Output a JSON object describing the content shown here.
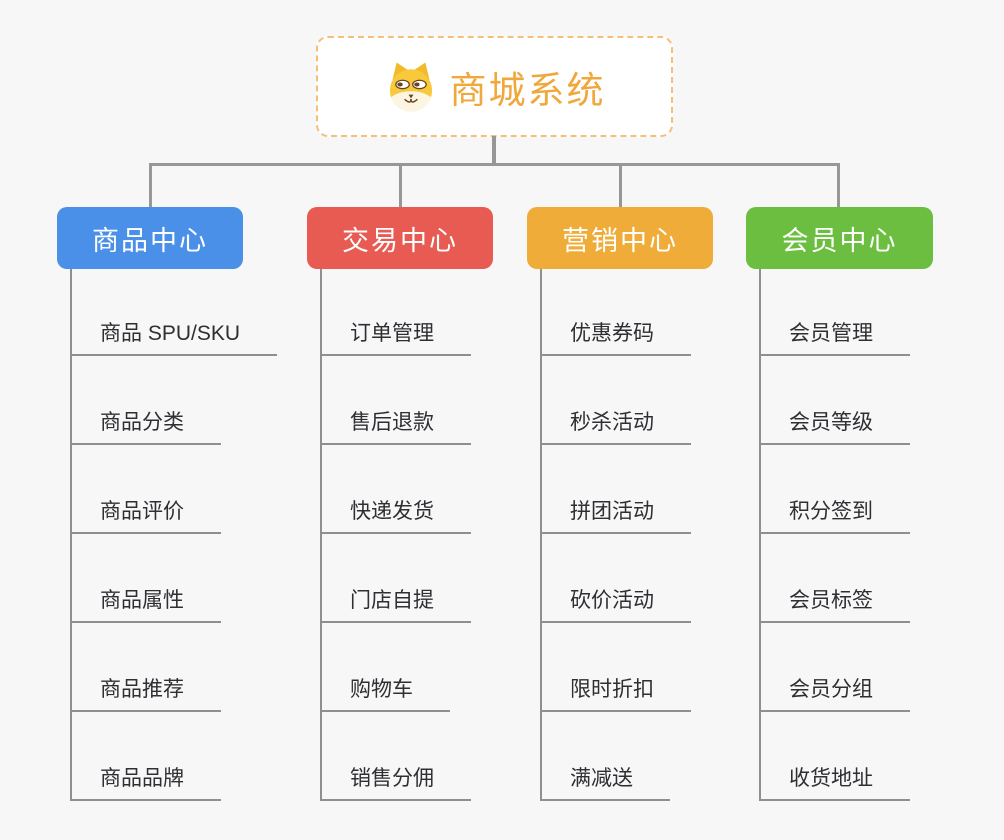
{
  "background_color": "#f7f7f7",
  "connector_color": "#979797",
  "root": {
    "title": "商城系统",
    "title_color": "#f0a83c",
    "border_color": "#f4c079",
    "icon": "dog-face-icon"
  },
  "branches": [
    {
      "label": "商品中心",
      "color": "#4a90e8",
      "items": [
        "商品 SPU/SKU",
        "商品分类",
        "商品评价",
        "商品属性",
        "商品推荐",
        "商品品牌"
      ]
    },
    {
      "label": "交易中心",
      "color": "#e75b53",
      "items": [
        "订单管理",
        "售后退款",
        "快递发货",
        "门店自提",
        "购物车",
        "销售分佣"
      ]
    },
    {
      "label": "营销中心",
      "color": "#efac38",
      "items": [
        "优惠券码",
        "秒杀活动",
        "拼团活动",
        "砍价活动",
        "限时折扣",
        "满减送"
      ]
    },
    {
      "label": "会员中心",
      "color": "#6cbe40",
      "items": [
        "会员管理",
        "会员等级",
        "积分签到",
        "会员标签",
        "会员分组",
        "收货地址"
      ]
    }
  ]
}
